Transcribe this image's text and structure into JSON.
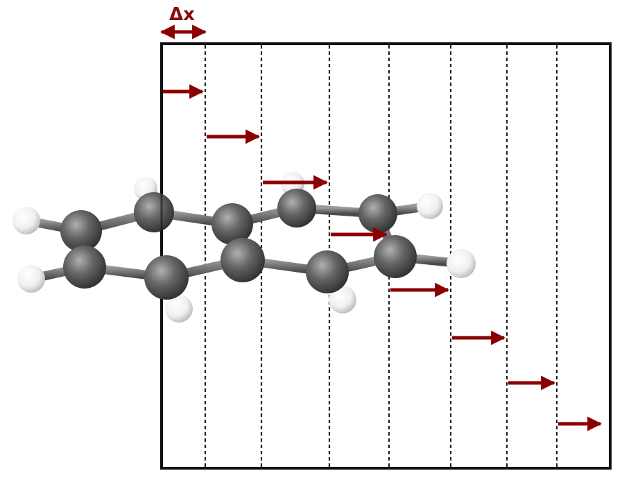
{
  "label": {
    "delta_x": "Δx"
  },
  "colors": {
    "arrow": "#8b0000",
    "box": "#111111",
    "dashed": "#222222",
    "carbon": "#5a5a5a",
    "hydrogen": "#f2f2f2",
    "bond": "#6f6f6f"
  },
  "diagram": {
    "molecule": "naphthalene",
    "atoms": {
      "carbon": 10,
      "hydrogen": 8
    },
    "dashed_slices": 7,
    "step_arrows": 8
  }
}
